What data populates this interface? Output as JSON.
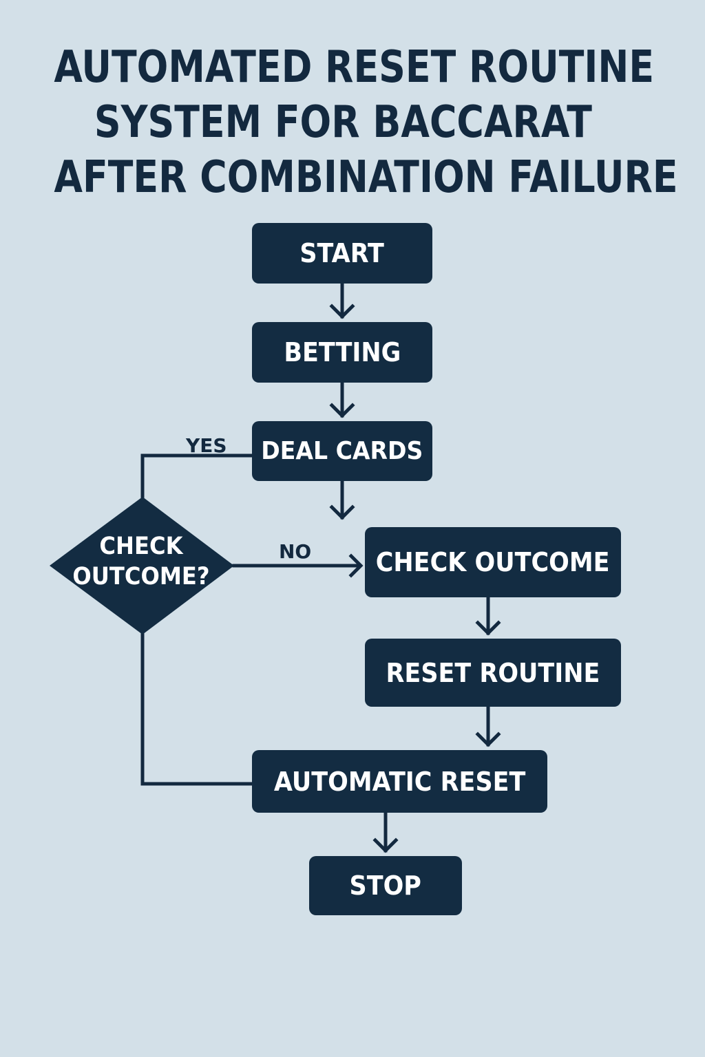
{
  "title": {
    "line1": "AUTOMATED RESET ROUTINE",
    "line2": "SYSTEM FOR BACCARAT",
    "line3": "AFTER COMBINATION FAILURE"
  },
  "nodes": {
    "start": "START",
    "betting": "BETTING",
    "deal_cards": "DEAL CARDS",
    "decision_line1": "CHECK",
    "decision_line2": "OUTCOME?",
    "check_outcome": "CHECK OUTCOME",
    "reset_routine": "RESET ROUTINE",
    "automatic_reset": "AUTOMATIC RESET",
    "stop": "STOP"
  },
  "edges": {
    "yes_label": "YES",
    "no_label": "NO"
  },
  "colors": {
    "background": "#d3e0e8",
    "node_fill": "#132c42",
    "node_text": "#ffffff",
    "connector": "#13293f"
  }
}
